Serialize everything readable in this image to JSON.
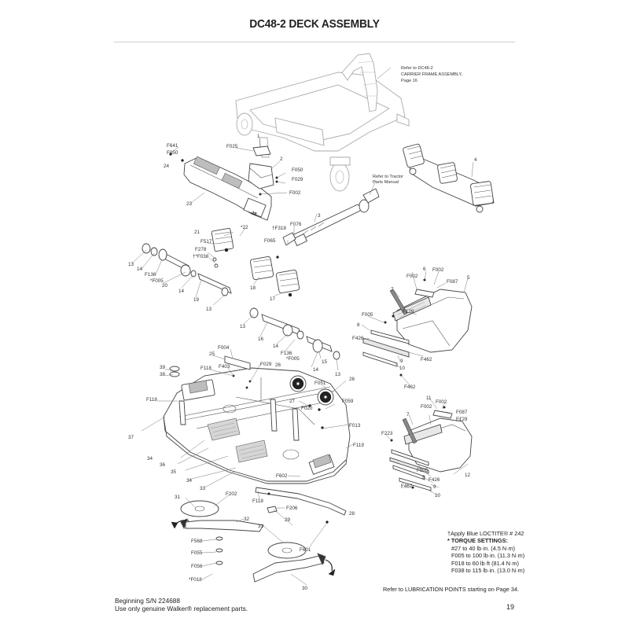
{
  "page": {
    "title": "DC48-2 DECK ASSEMBLY",
    "page_number": "19"
  },
  "notes": {
    "loctite": "†Apply Blue LOCTITE® # 242",
    "torque_heading": "* TORQUE SETTINGS:",
    "torque_lines": [
      "#27 to 40 lb·in. (4.5 N·m)",
      "F005 to 100 lb·in. (11.3 N·m)",
      "F018 to 60 lb·ft (81.4 N·m)",
      "F038 to 115 lb·in. (13.0 N·m)"
    ],
    "lubrication": "Refer to LUBRICATION POINTS starting on Page 34."
  },
  "footer": {
    "serial": "Beginning S/N 224688",
    "genuine": "Use only genuine Walker® replacement parts."
  },
  "references": {
    "carrier_frame": [
      "Refer to DC48-2",
      "CARRIER FRAME ASSEMBLY,",
      "Page 16"
    ],
    "tractor_manual": [
      "Refer to Tractor",
      "Parts Manual"
    ]
  },
  "callouts": [
    {
      "id": "c-F641",
      "text": "F641"
    },
    {
      "id": "c-F050a",
      "text": "F050"
    },
    {
      "id": "c-24",
      "text": "24"
    },
    {
      "id": "c-F025",
      "text": "F025"
    },
    {
      "id": "c-1",
      "text": "1"
    },
    {
      "id": "c-2",
      "text": "2"
    },
    {
      "id": "c-F050b",
      "text": "F050"
    },
    {
      "id": "c-F029a",
      "text": "F029"
    },
    {
      "id": "c-F002a",
      "text": "F002"
    },
    {
      "id": "c-23",
      "text": "23"
    },
    {
      "id": "c-22",
      "text": "*22"
    },
    {
      "id": "c-21",
      "text": "21"
    },
    {
      "id": "c-F517",
      "text": "F517"
    },
    {
      "id": "c-F278",
      "text": "F278"
    },
    {
      "id": "c-F038",
      "text": "†*F038"
    },
    {
      "id": "c-13a",
      "text": "13"
    },
    {
      "id": "c-14a",
      "text": "14"
    },
    {
      "id": "c-F136a",
      "text": "F136"
    },
    {
      "id": "c-F005a",
      "text": "*F005"
    },
    {
      "id": "c-20",
      "text": "20"
    },
    {
      "id": "c-14b",
      "text": "14"
    },
    {
      "id": "c-19",
      "text": "19"
    },
    {
      "id": "c-13b",
      "text": "13"
    },
    {
      "id": "c-3",
      "text": "3"
    },
    {
      "id": "c-F076",
      "text": "F076"
    },
    {
      "id": "c-F318",
      "text": "†F318"
    },
    {
      "id": "c-F065",
      "text": "F065"
    },
    {
      "id": "c-4",
      "text": "4"
    },
    {
      "id": "c-18",
      "text": "18"
    },
    {
      "id": "c-17",
      "text": "17"
    },
    {
      "id": "c-13c",
      "text": "13"
    },
    {
      "id": "c-16",
      "text": "16"
    },
    {
      "id": "c-14c",
      "text": "14"
    },
    {
      "id": "c-F136b",
      "text": "F136"
    },
    {
      "id": "c-F005b",
      "text": "*F005"
    },
    {
      "id": "c-15",
      "text": "15"
    },
    {
      "id": "c-14d",
      "text": "14"
    },
    {
      "id": "c-13d",
      "text": "13"
    },
    {
      "id": "c-F004",
      "text": "F004"
    },
    {
      "id": "c-25",
      "text": "25"
    },
    {
      "id": "c-F403",
      "text": "F403"
    },
    {
      "id": "c-F029b",
      "text": "F029"
    },
    {
      "id": "c-F118a",
      "text": "F118"
    },
    {
      "id": "c-39",
      "text": "39"
    },
    {
      "id": "c-38",
      "text": "38"
    },
    {
      "id": "c-F118b",
      "text": "F118"
    },
    {
      "id": "c-26a",
      "text": "26"
    },
    {
      "id": "c-26b",
      "text": "26"
    },
    {
      "id": "c-F051",
      "text": "F051"
    },
    {
      "id": "c-27",
      "text": "27"
    },
    {
      "id": "c-F020",
      "text": "F020"
    },
    {
      "id": "c-F059",
      "text": "F059"
    },
    {
      "id": "c-F013",
      "text": "F013"
    },
    {
      "id": "c-37",
      "text": "37"
    },
    {
      "id": "c-F119",
      "text": "F119"
    },
    {
      "id": "c-34a",
      "text": "34"
    },
    {
      "id": "c-36",
      "text": "36"
    },
    {
      "id": "c-35",
      "text": "35"
    },
    {
      "id": "c-34b",
      "text": "34"
    },
    {
      "id": "c-33",
      "text": "33"
    },
    {
      "id": "c-F602",
      "text": "F602"
    },
    {
      "id": "c-F118c",
      "text": "F118"
    },
    {
      "id": "c-F206",
      "text": "F206"
    },
    {
      "id": "c-28",
      "text": "28"
    },
    {
      "id": "c-29",
      "text": "29"
    },
    {
      "id": "c-F601",
      "text": "F601"
    },
    {
      "id": "c-31a",
      "text": "31"
    },
    {
      "id": "c-F202",
      "text": "F202"
    },
    {
      "id": "c-32",
      "text": "32"
    },
    {
      "id": "c-F568",
      "text": "F568"
    },
    {
      "id": "c-F055",
      "text": "F055"
    },
    {
      "id": "c-F056",
      "text": "F056"
    },
    {
      "id": "c-F018",
      "text": "*F018"
    },
    {
      "id": "c-31b",
      "text": "31"
    },
    {
      "id": "c-30",
      "text": "30"
    },
    {
      "id": "c-6",
      "text": "6"
    },
    {
      "id": "c-F002b",
      "text": "F002"
    },
    {
      "id": "c-F002c",
      "text": "F002"
    },
    {
      "id": "c-F087a",
      "text": "F087"
    },
    {
      "id": "c-5",
      "text": "5"
    },
    {
      "id": "c-7a",
      "text": "7"
    },
    {
      "id": "c-F129a",
      "text": "F129"
    },
    {
      "id": "c-F005c",
      "text": "F005"
    },
    {
      "id": "c-8a",
      "text": "8"
    },
    {
      "id": "c-F426a",
      "text": "F426"
    },
    {
      "id": "c-F462a",
      "text": "F462"
    },
    {
      "id": "c-9a",
      "text": "9"
    },
    {
      "id": "c-10a",
      "text": "10"
    },
    {
      "id": "c-F462b",
      "text": "F462"
    },
    {
      "id": "c-11",
      "text": "11"
    },
    {
      "id": "c-F002d",
      "text": "F002"
    },
    {
      "id": "c-F002e",
      "text": "F002"
    },
    {
      "id": "c-F087b",
      "text": "F087"
    },
    {
      "id": "c-7b",
      "text": "7"
    },
    {
      "id": "c-F129b",
      "text": "F129"
    },
    {
      "id": "c-F223",
      "text": "F223"
    },
    {
      "id": "c-F005d",
      "text": "F005"
    },
    {
      "id": "c-8b",
      "text": "8"
    },
    {
      "id": "c-12",
      "text": "12"
    },
    {
      "id": "c-F426b",
      "text": "F426"
    },
    {
      "id": "c-9b",
      "text": "9"
    },
    {
      "id": "c-F462c",
      "text": "F462"
    },
    {
      "id": "c-10b",
      "text": "10"
    }
  ],
  "decal_number": "48"
}
